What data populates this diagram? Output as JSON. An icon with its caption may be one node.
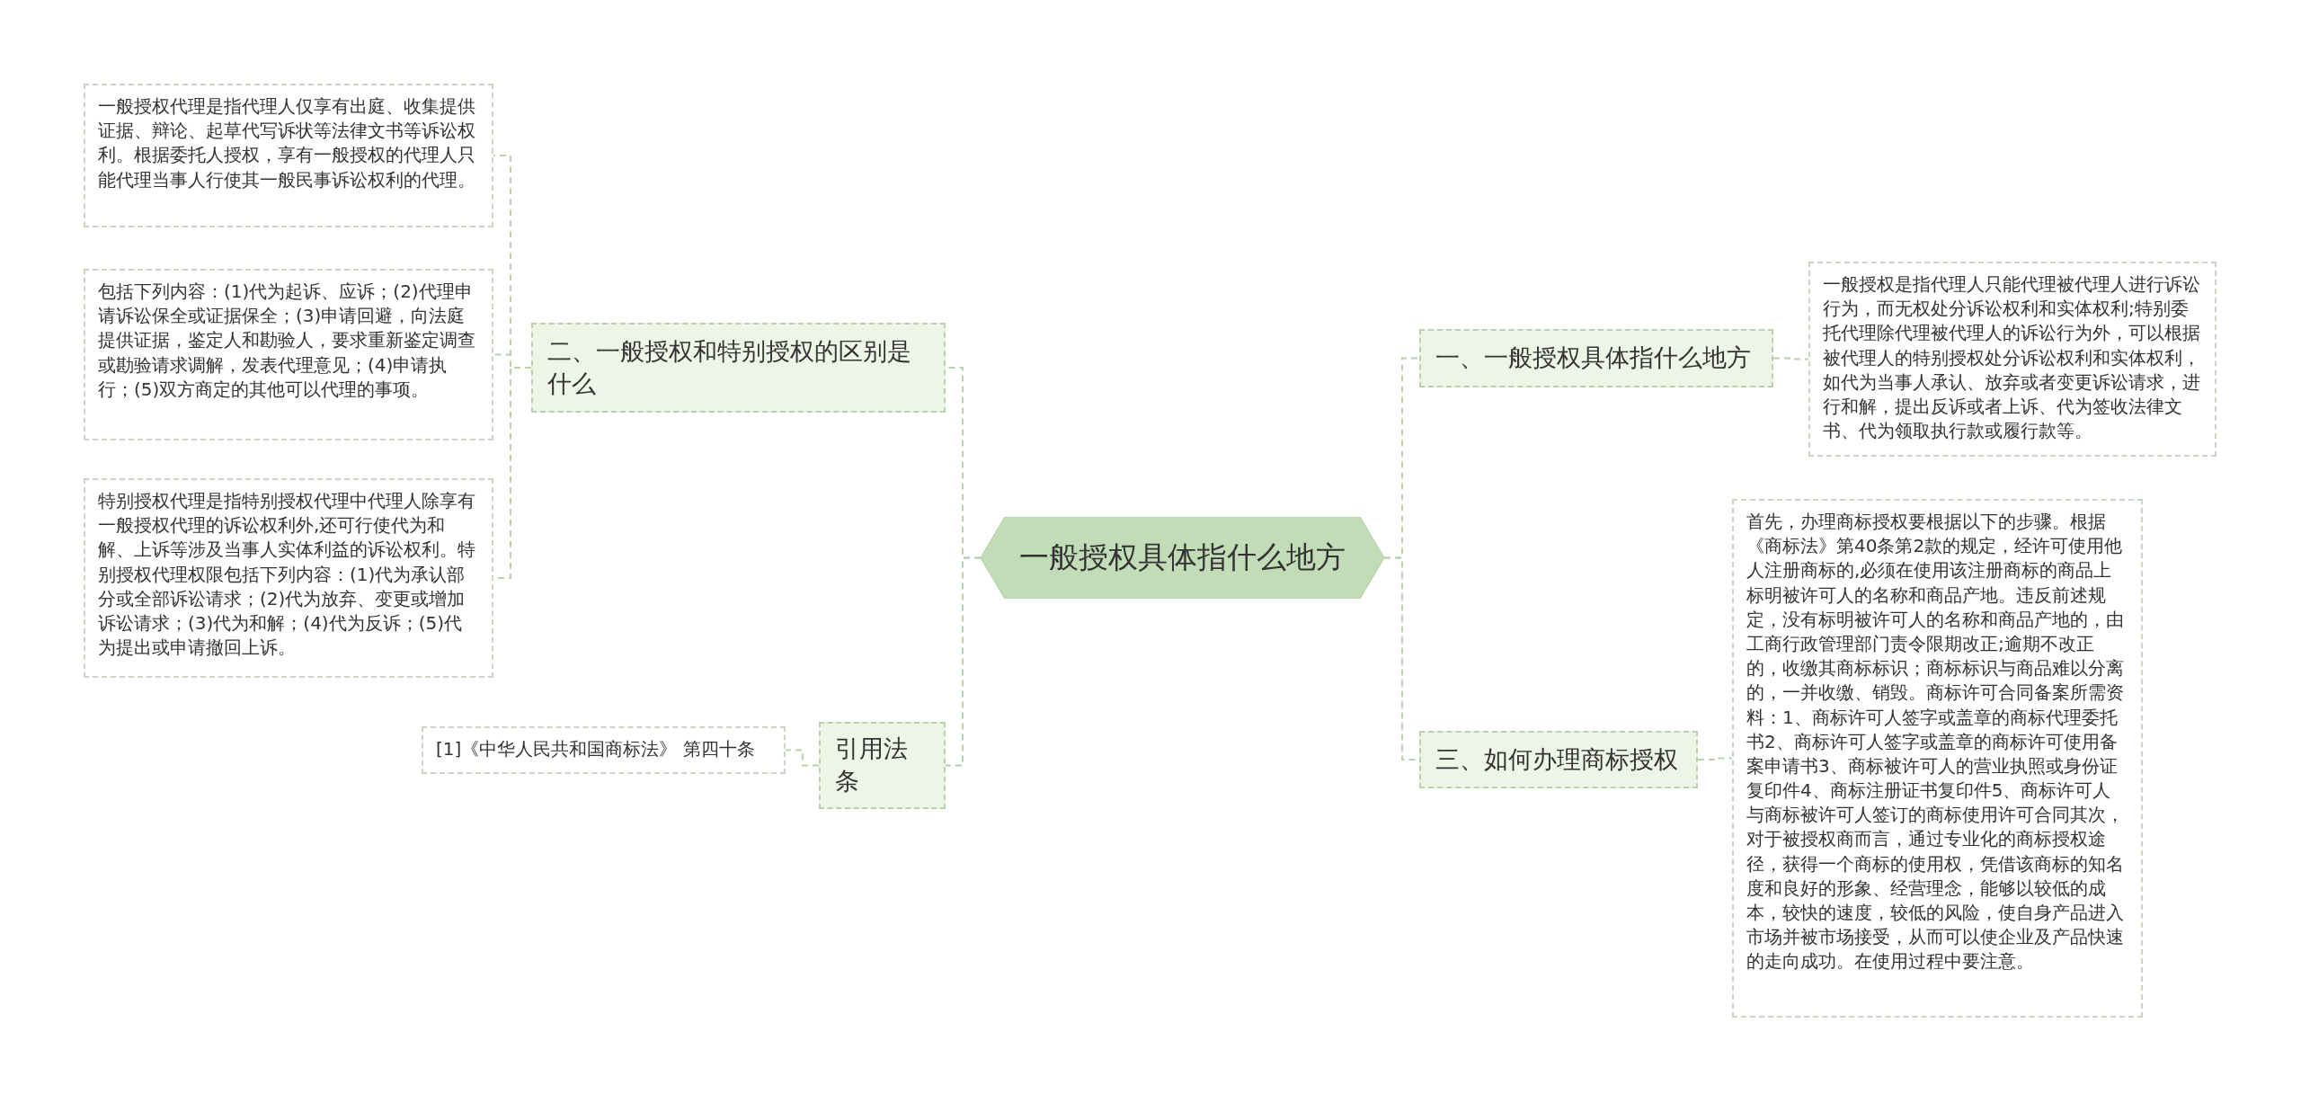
{
  "diagram": {
    "nodes": [
      {
        "text": [
          "一般授权具体指什么地方"
        ]
      },
      {
        "text": [
          "二、一般授权和特别授权的区别是什么"
        ]
      },
      {
        "text": [
          "一般授权代理是指代理人仅享有出庭、收集提供证据、辩论、起草代写诉状等法律文书等诉讼权利。根据委托人授权，享有一般授权的代理人只能代理当事人行使其一般民事诉讼权利的代理。"
        ]
      },
      {
        "text": [
          "包括下列内容：(1)代为起诉、应诉；(2)代理申请诉讼保全或证据保全；(3)申请回避，向法庭提供证据，鉴定人和勘验人，要求重新鉴定调查或勘验请求调解，发表代理意见；(4)申请执行；(5)双方商定的其他可以代理的事项。"
        ]
      },
      {
        "text": [
          "特别授权代理是指特别授权代理中代理人除享有一般授权代理的诉讼权利外,还可行使代为和解、上诉等涉及当事人实体利益的诉讼权利。特别授权代理权限包括下列内容：(1)代为承认部分或全部诉讼请求；(2)代为放弃、变更或增加诉讼请求；(3)代为和解；(4)代为反诉；(5)代为提出或申请撤回上诉。"
        ]
      },
      {
        "text": [
          "引用法条"
        ]
      },
      {
        "text": [
          "[1]《中华人民共和国商标法》 第四十条"
        ]
      },
      {
        "text": [
          "一、一般授权具体指什么地方"
        ]
      },
      {
        "text": [
          "一般授权是指代理人只能代理被代理人进行诉讼行为，而无权处分诉讼权利和实体权利;特别委托代理除代理被代理人的诉讼行为外，可以根据被代理人的特别授权处分诉讼权利和实体权利，如代为当事人承认、放弃或者变更诉讼请求，进行和解，提出反诉或者上诉、代为签收法律文书、代为领取执行款或履行款等。"
        ]
      },
      {
        "text": [
          "三、如何办理商标授权"
        ]
      },
      {
        "text": [
          "首先，办理商标授权要根据以下的步骤。根据《商标法》第40条第2款的规定，经许可使用他人注册商标的,必须在使用该注册商标的商品上标明被许可人的名称和商品产地。违反前述规定，没有标明被许可人的名称和商品产地的，由工商行政管理部门责令限期改正;逾期不改正的，收缴其商标标识；商标标识与商品难以分离的，一并收缴、销毁。商标许可合同备案所需资料：1、商标许可人签字或盖章的商标代理委托书2、商标许可人签字或盖章的商标许可使用备案申请书3、商标被许可人的营业执照或身份证复印件4、商标注册证书复印件5、商标许可人与商标被许可人签订的商标使用许可合同其次，对于被授权商而言，通过专业化的商标授权途径，获得一个商标的使用权，凭借该商标的知名度和良好的形象、经营理念，能够以较低的成本，较快的速度，较低的风险，使自身产品进入市场并被市场接受，从而可以使企业及产品快速的走向成功。在使用过程中要注意。"
        ]
      }
    ],
    "edges": [
      {
        "from": 0,
        "to": 1,
        "arrow": "none"
      },
      {
        "from": 1,
        "to": 2,
        "arrow": "none"
      },
      {
        "from": 1,
        "to": 3,
        "arrow": "none"
      },
      {
        "from": 1,
        "to": 4,
        "arrow": "none"
      },
      {
        "from": 0,
        "to": 5,
        "arrow": "none"
      },
      {
        "from": 5,
        "to": 6,
        "arrow": "none"
      },
      {
        "from": 0,
        "to": 7,
        "arrow": "none"
      },
      {
        "from": 7,
        "to": 8,
        "arrow": "none"
      },
      {
        "from": 0,
        "to": 9,
        "arrow": "none"
      },
      {
        "from": 9,
        "to": 10,
        "arrow": "none"
      }
    ]
  }
}
